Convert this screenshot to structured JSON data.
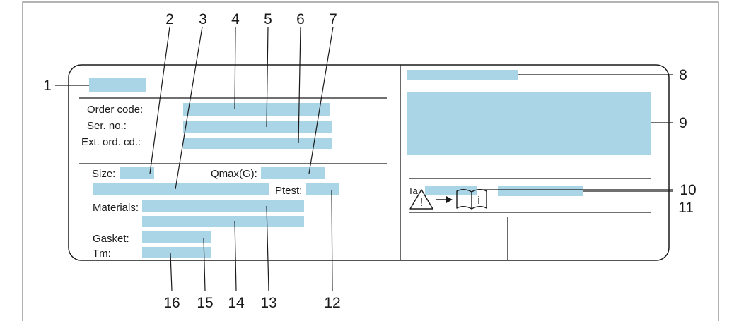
{
  "colors": {
    "placeholder": "#a9d5e6",
    "line": "#1a1a1a",
    "frame": "#9a9a9a",
    "background": "#ffffff"
  },
  "labels": {
    "order_code": "Order code:",
    "ser_no": "Ser. no.:",
    "ext_ord_cd": "Ext. ord. cd.:",
    "size": "Size:",
    "qmax": "Qmax(G):",
    "ptest": "Ptest:",
    "materials": "Materials:",
    "gasket": "Gasket:",
    "tm": "Tm:",
    "ta": "Ta:"
  },
  "callouts": {
    "n1": "1",
    "n2": "2",
    "n3": "3",
    "n4": "4",
    "n5": "5",
    "n6": "6",
    "n7": "7",
    "n8": "8",
    "n9": "9",
    "n10": "10",
    "n11": "11",
    "n12": "12",
    "n13": "13",
    "n14": "14",
    "n15": "15",
    "n16": "16"
  },
  "icons": {
    "warning": "warning-triangle-icon",
    "arrow": "arrow-right-icon",
    "manual": "manual-book-icon"
  },
  "warning_glyph": "!",
  "info_glyph": "i"
}
